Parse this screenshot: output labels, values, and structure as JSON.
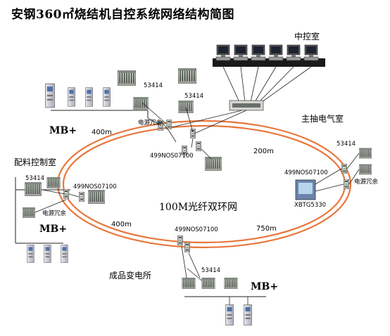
{
  "title": "安钢360㎡烧结机自控系统网络结构简图",
  "ring_label": "100M光纤双环网",
  "locations": {
    "control_room": "中控室",
    "main_fan_room": "主抽电气室",
    "batching_room": "配料控制室",
    "substation": "成品变电所"
  },
  "distances": {
    "top_left": "400m",
    "top_right": "200m",
    "bottom_left": "400m",
    "bottom_right": "750m"
  },
  "switch_labels": {
    "top": "499NOS07100",
    "right": "499NOS07100",
    "left": "499NOS07100",
    "bottom": "499NOS07100"
  },
  "module_labels": {
    "top_a": "53414",
    "top_b": "53414",
    "left": "53414",
    "right": "53414",
    "bottom": "53414"
  },
  "redundancy_labels": {
    "top": "电源冗余",
    "left": "电源冗余",
    "right": "电源冗余"
  },
  "bus_labels": {
    "top": "MB+",
    "left": "MB+",
    "bottom": "MB+"
  },
  "workstation_label": "XBTG5330",
  "colors": {
    "ring": "#e8773c",
    "line": "#222222",
    "device": "#b9bcb6"
  }
}
